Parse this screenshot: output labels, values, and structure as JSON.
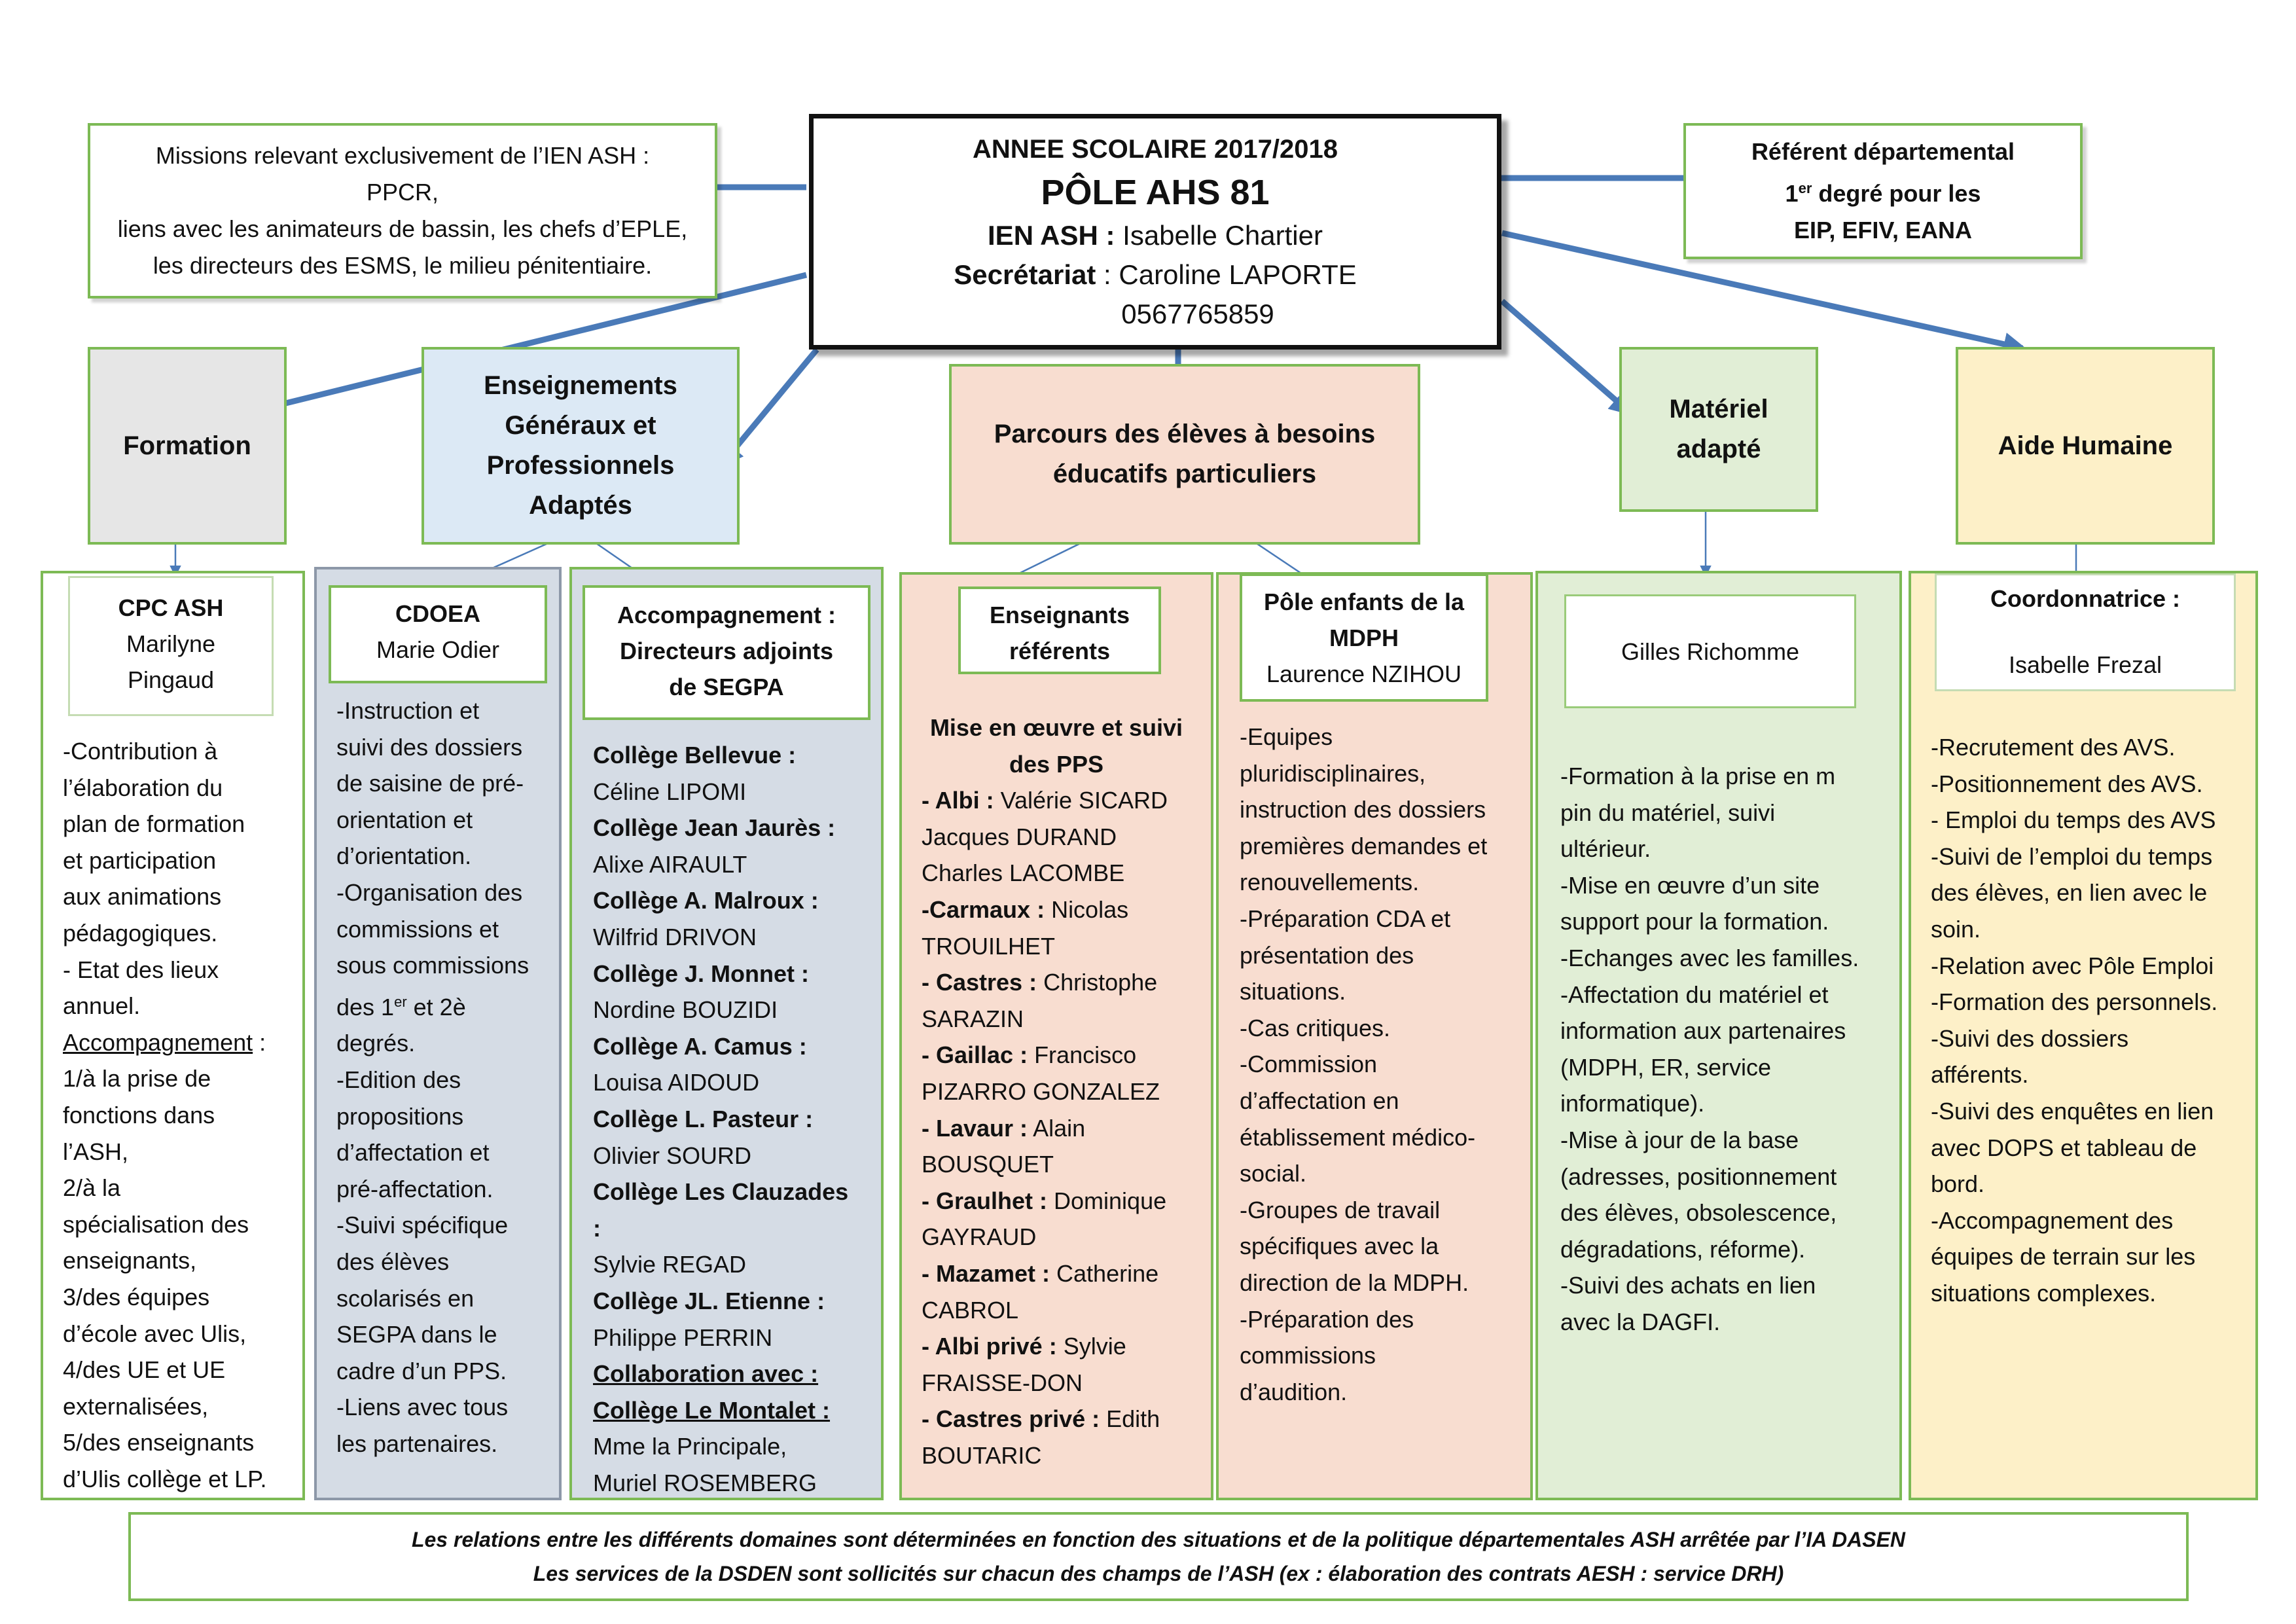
{
  "center": {
    "year": "ANNEE SCOLAIRE 2017/2018",
    "title": "PÔLE AHS 81",
    "ien_label": "IEN ASH :",
    "ien_name": " Isabelle Chartier",
    "secretariat_label": "Secrétariat",
    "secretariat_name": " : Caroline LAPORTE",
    "phone": "0567765859"
  },
  "missions": {
    "line1": "Missions relevant exclusivement de l’IEN ASH :",
    "line2": "PPCR,",
    "line3": "liens avec les animateurs de bassin, les chefs d’EPLE,",
    "line4": "les directeurs des ESMS, le milieu pénitentiaire."
  },
  "referent": {
    "line1": "Référent départemental",
    "line2_pre": "1",
    "line2_sup": "er",
    "line2_post": " degré pour les",
    "line3": "EIP, EFIV, EANA"
  },
  "categories": {
    "formation": "Formation",
    "egpa": [
      "Enseignements",
      "Généraux et",
      "Professionnels",
      "Adaptés"
    ],
    "parcours": [
      "Parcours des élèves à besoins",
      "éducatifs particuliers"
    ],
    "materiel": [
      "Matériel",
      "adapté"
    ],
    "aide": "Aide Humaine"
  },
  "columns": {
    "cpc": {
      "header_title": "CPC ASH",
      "header_lines": [
        "Marilyne",
        "Pingaud"
      ],
      "lines": [
        "-Contribution à",
        "l’élaboration du",
        "plan de formation",
        "et participation",
        "aux animations",
        "pédagogiques.",
        "- Etat des lieux",
        "annuel."
      ],
      "acc_label": "Accompagnement",
      "acc_colon": " :",
      "lines2": [
        " 1/à la prise de",
        "fonctions dans",
        "l’ASH,",
        "2/à la",
        "spécialisation des",
        "enseignants,",
        "3/des équipes",
        "d’école avec Ulis,",
        "4/des UE et UE",
        "externalisées,",
        "5/des enseignants",
        "d’Ulis collège et LP."
      ]
    },
    "cdoea": {
      "header_title": "CDOEA",
      "header_name": "Marie Odier",
      "lines_a": [
        "-Instruction et",
        "suivi des dossiers",
        "de saisine de pré-",
        "orientation et",
        "d’orientation.",
        "-Organisation des",
        "commissions et",
        "sous commissions"
      ],
      "degree_pre": "des 1",
      "degree_sup": "er",
      "degree_post": " et 2è",
      "lines_b": [
        "degrés.",
        "-Edition des",
        "propositions",
        "d’affectation et",
        "pré-affectation.",
        "-Suivi spécifique",
        "des élèves",
        "scolarisés en",
        "SEGPA dans le",
        "cadre d’un PPS.",
        "-Liens avec tous",
        "les partenaires."
      ]
    },
    "segpa": {
      "header": [
        "Accompagnement :",
        "Directeurs adjoints",
        "de SEGPA"
      ],
      "entries": [
        {
          "college": "Collège Bellevue :",
          "person": "Céline LIPOMI"
        },
        {
          "college": "Collège Jean Jaurès :",
          "person": "Alixe AIRAULT"
        },
        {
          "college": "Collège A. Malroux :",
          "person": "Wilfrid DRIVON"
        },
        {
          "college": "Collège J. Monnet :",
          "person": "Nordine BOUZIDI"
        },
        {
          "college": "Collège A. Camus :",
          "person": "Louisa AIDOUD"
        },
        {
          "college": "Collège L. Pasteur :",
          "person": "Olivier SOURD"
        },
        {
          "college": "Collège Les Clauzades :",
          "person": "Sylvie REGAD"
        },
        {
          "college": "Collège JL. Etienne :",
          "person": "Philippe PERRIN"
        }
      ],
      "collab1": "Collaboration avec :",
      "collab2": "Collège Le Montalet :",
      "collab_person1": "Mme la Principale,",
      "collab_person2": "Muriel ROSEMBERG"
    },
    "referents": {
      "header": [
        "Enseignants",
        "référents"
      ],
      "intro": [
        "Mise en œuvre et suivi",
        "des PPS"
      ],
      "rows": [
        {
          "bold": "- Albi :",
          "text": " Valérie SICARD"
        },
        {
          "bold": "",
          "text": "Jacques DURAND"
        },
        {
          "bold": "",
          "text": "Charles LACOMBE"
        },
        {
          "bold": "-Carmaux :",
          "text": " Nicolas"
        },
        {
          "bold": "",
          "text": "TROUILHET"
        },
        {
          "bold": "- Castres :",
          "text": " Christophe"
        },
        {
          "bold": "",
          "text": "SARAZIN"
        },
        {
          "bold": "- Gaillac :",
          "text": " Francisco"
        },
        {
          "bold": "",
          "text": "PIZARRO GONZALEZ"
        },
        {
          "bold": "- Lavaur :",
          "text": " Alain"
        },
        {
          "bold": "",
          "text": "BOUSQUET"
        },
        {
          "bold": "- Graulhet :",
          "text": " Dominique"
        },
        {
          "bold": "",
          "text": "GAYRAUD"
        },
        {
          "bold": "- Mazamet :",
          "text": " Catherine"
        },
        {
          "bold": "",
          "text": "CABROL"
        },
        {
          "bold": "- Albi privé :",
          "text": " Sylvie"
        },
        {
          "bold": "",
          "text": "FRAISSE-DON"
        },
        {
          "bold": "- Castres privé :",
          "text": " Edith"
        },
        {
          "bold": "",
          "text": "BOUTARIC"
        }
      ]
    },
    "mdph": {
      "header": [
        "Pôle enfants de la",
        "MDPH"
      ],
      "header_name": "Laurence NZIHOU",
      "lines": [
        "-Equipes",
        "pluridisciplinaires,",
        "instruction des dossiers",
        "premières demandes et",
        "renouvellements.",
        "-Préparation CDA et",
        "présentation des",
        "situations.",
        "-Cas critiques.",
        "-Commission",
        "d’affectation en",
        "établissement médico-",
        "social.",
        "-Groupes de travail",
        " spécifiques avec la",
        "direction de la MDPH.",
        "-Préparation des",
        "commissions",
        "d’audition."
      ]
    },
    "materiel": {
      "header_name": "Gilles Richomme",
      "lines": [
        "-Formation à la prise en m",
        "pin du matériel, suivi",
        "ultérieur.",
        "-Mise en œuvre d’un site",
        "support pour la formation.",
        "-Echanges avec les familles.",
        "-Affectation du matériel et",
        "information aux partenaires",
        "(MDPH, ER, service",
        "informatique).",
        "-Mise à jour de la base",
        "(adresses, positionnement",
        "des élèves, obsolescence,",
        "dégradations, réforme).",
        "-Suivi des achats en lien",
        "avec la DAGFI."
      ]
    },
    "aide": {
      "header_title": "Coordonnatrice :",
      "header_name": "Isabelle Frezal",
      "lines": [
        "-Recrutement des AVS.",
        "-Positionnement des AVS.",
        "- Emploi du temps des AVS",
        "-Suivi de l’emploi du temps",
        "des élèves, en lien avec le",
        "soin.",
        "-Relation avec Pôle Emploi",
        "-Formation des personnels.",
        "-Suivi des dossiers",
        "afférents.",
        "-Suivi des enquêtes en lien",
        "avec DOPS et tableau de",
        "bord.",
        "-Accompagnement des",
        "équipes de terrain sur les",
        "situations complexes."
      ]
    }
  },
  "footer": {
    "line1": "Les relations entre les différents domaines sont déterminées en fonction des situations et de la politique départementales ASH arrêtée par l’IA DASEN",
    "line2": "Les services de la DSDEN sont sollicités sur chacun des champs de l’ASH (ex : élaboration des contrats AESH : service DRH)"
  },
  "colors": {
    "green_border": "#7dba55",
    "arrow_blue": "#4a7ab8",
    "formation_fill": "#e6e6e6",
    "egpa_fill": "#dce9f5",
    "parcours_fill": "#f8ddd0",
    "materiel_fill": "#e1eed6",
    "aide_fill": "#fdf0c8",
    "cdoea_col_fill": "#d5dce5"
  }
}
